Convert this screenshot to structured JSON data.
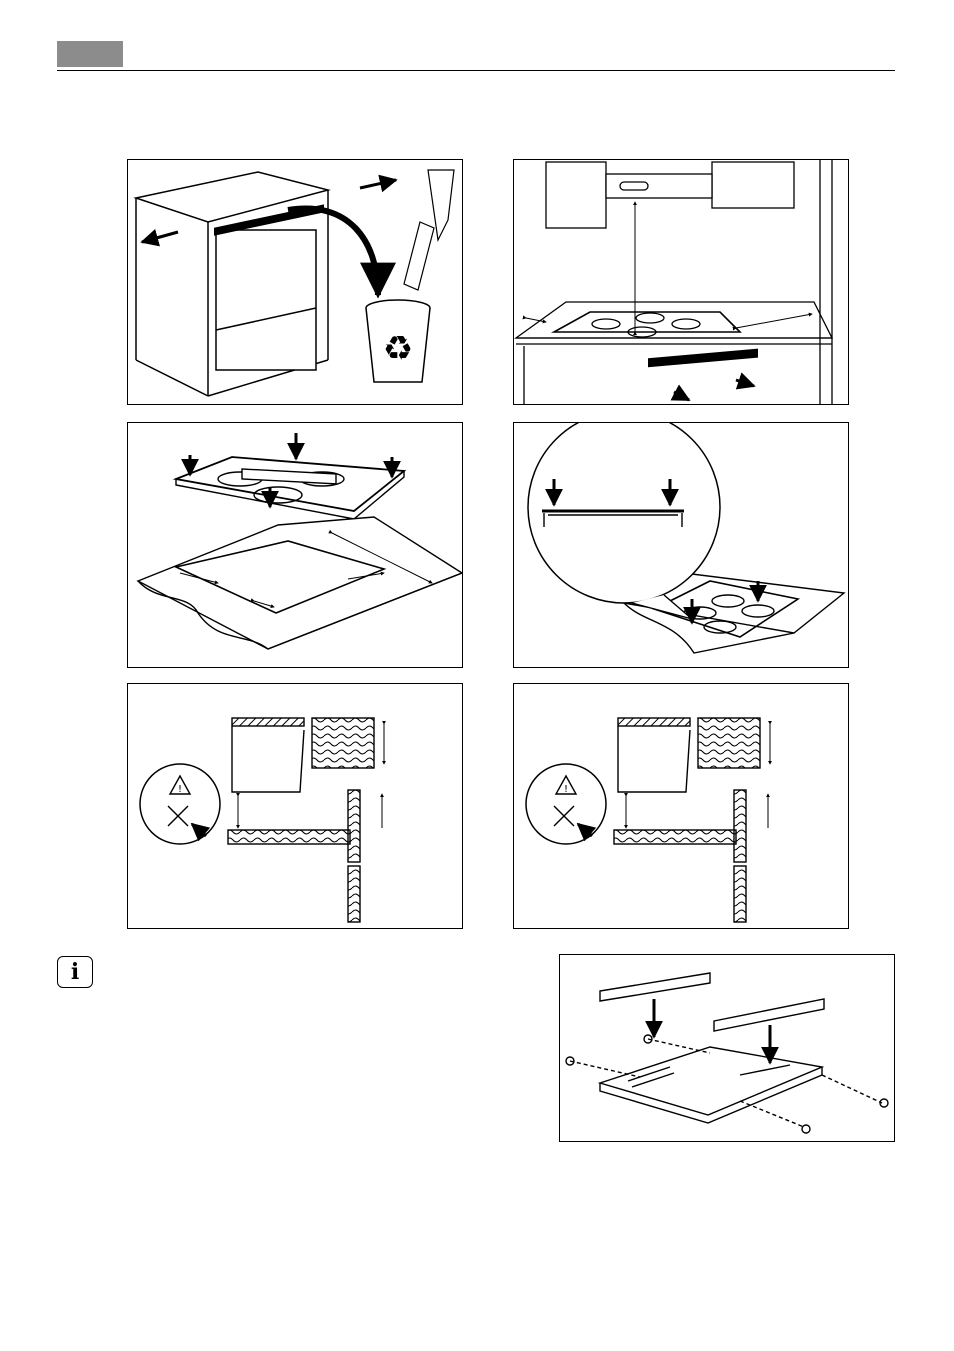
{
  "header": {
    "section_tab_color": "#8c8c8c"
  },
  "figures": [
    {
      "id": "cabinet-remove-strip",
      "icon": "recycle-bin-icon"
    },
    {
      "id": "hood-clearance",
      "icon": "cooker-hood"
    },
    {
      "id": "hob-sealing-cutout",
      "icon": "hob-with-level"
    },
    {
      "id": "hob-press-down",
      "icon": "magnifier-detail"
    },
    {
      "id": "oven-clearance-left",
      "icon": "warning-triangle-icon"
    },
    {
      "id": "oven-clearance-right",
      "icon": "warning-triangle-icon"
    },
    {
      "id": "bracket-mounting",
      "icon": "bracket-screws"
    }
  ],
  "info": {
    "icon": "info-icon",
    "glyph": "i"
  }
}
